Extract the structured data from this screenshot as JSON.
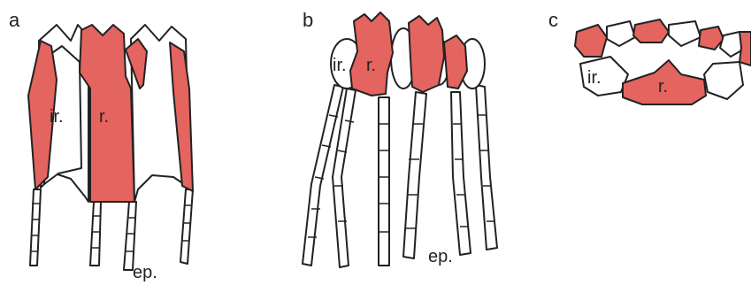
{
  "colors": {
    "red_cell": "#e4645f",
    "outline": "#222222",
    "background": "#ffffff"
  },
  "panels": {
    "a": {
      "label": "a",
      "parts": {
        "ir": "ir.",
        "r": "r.",
        "ep": "ep."
      }
    },
    "b": {
      "label": "b",
      "parts": {
        "ir": "ir.",
        "r": "r.",
        "ep": "ep."
      }
    },
    "c": {
      "label": "c",
      "parts": {
        "ir": "ir.",
        "r": "r."
      }
    }
  }
}
